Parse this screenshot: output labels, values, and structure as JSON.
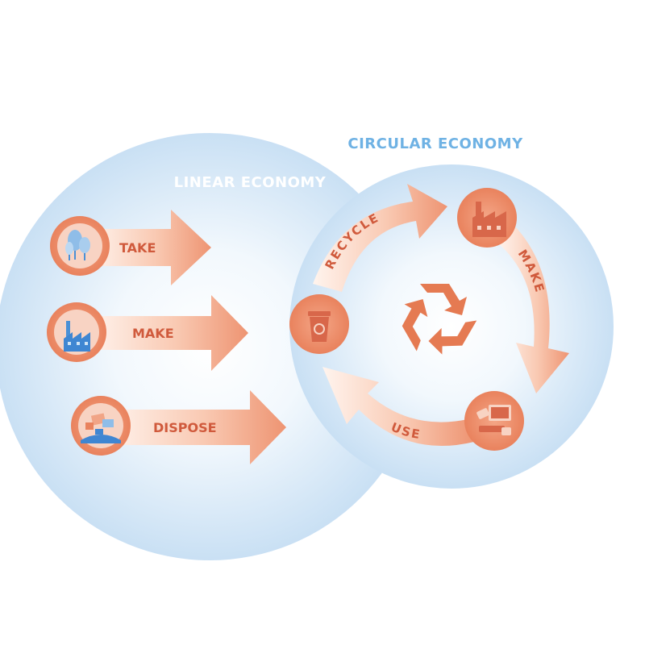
{
  "colors": {
    "circle_fill": "#cfe4f6",
    "circle_center": "#ffffff",
    "accent_orange": "#e8825e",
    "orange_light": "#fbe0d4",
    "label_text": "#d05a3c",
    "title_white": "#ffffff",
    "title_blue": "#6fb2e4",
    "icon_blue": "#4a90d6"
  },
  "linear": {
    "title": "LINEAR ECONOMY",
    "steps": [
      {
        "label": "TAKE",
        "icon": "trees-icon"
      },
      {
        "label": "MAKE",
        "icon": "factory-icon"
      },
      {
        "label": "DISPOSE",
        "icon": "landfill-icon"
      }
    ]
  },
  "circular": {
    "title": "CIRCULAR ECONOMY",
    "center_icon": "recycle-symbol-icon",
    "steps": [
      {
        "label": "RECYCLE",
        "icon": "recycling-bin-icon"
      },
      {
        "label": "MAKE",
        "icon": "factory-icon"
      },
      {
        "label": "USE",
        "icon": "electronics-icon"
      }
    ]
  }
}
